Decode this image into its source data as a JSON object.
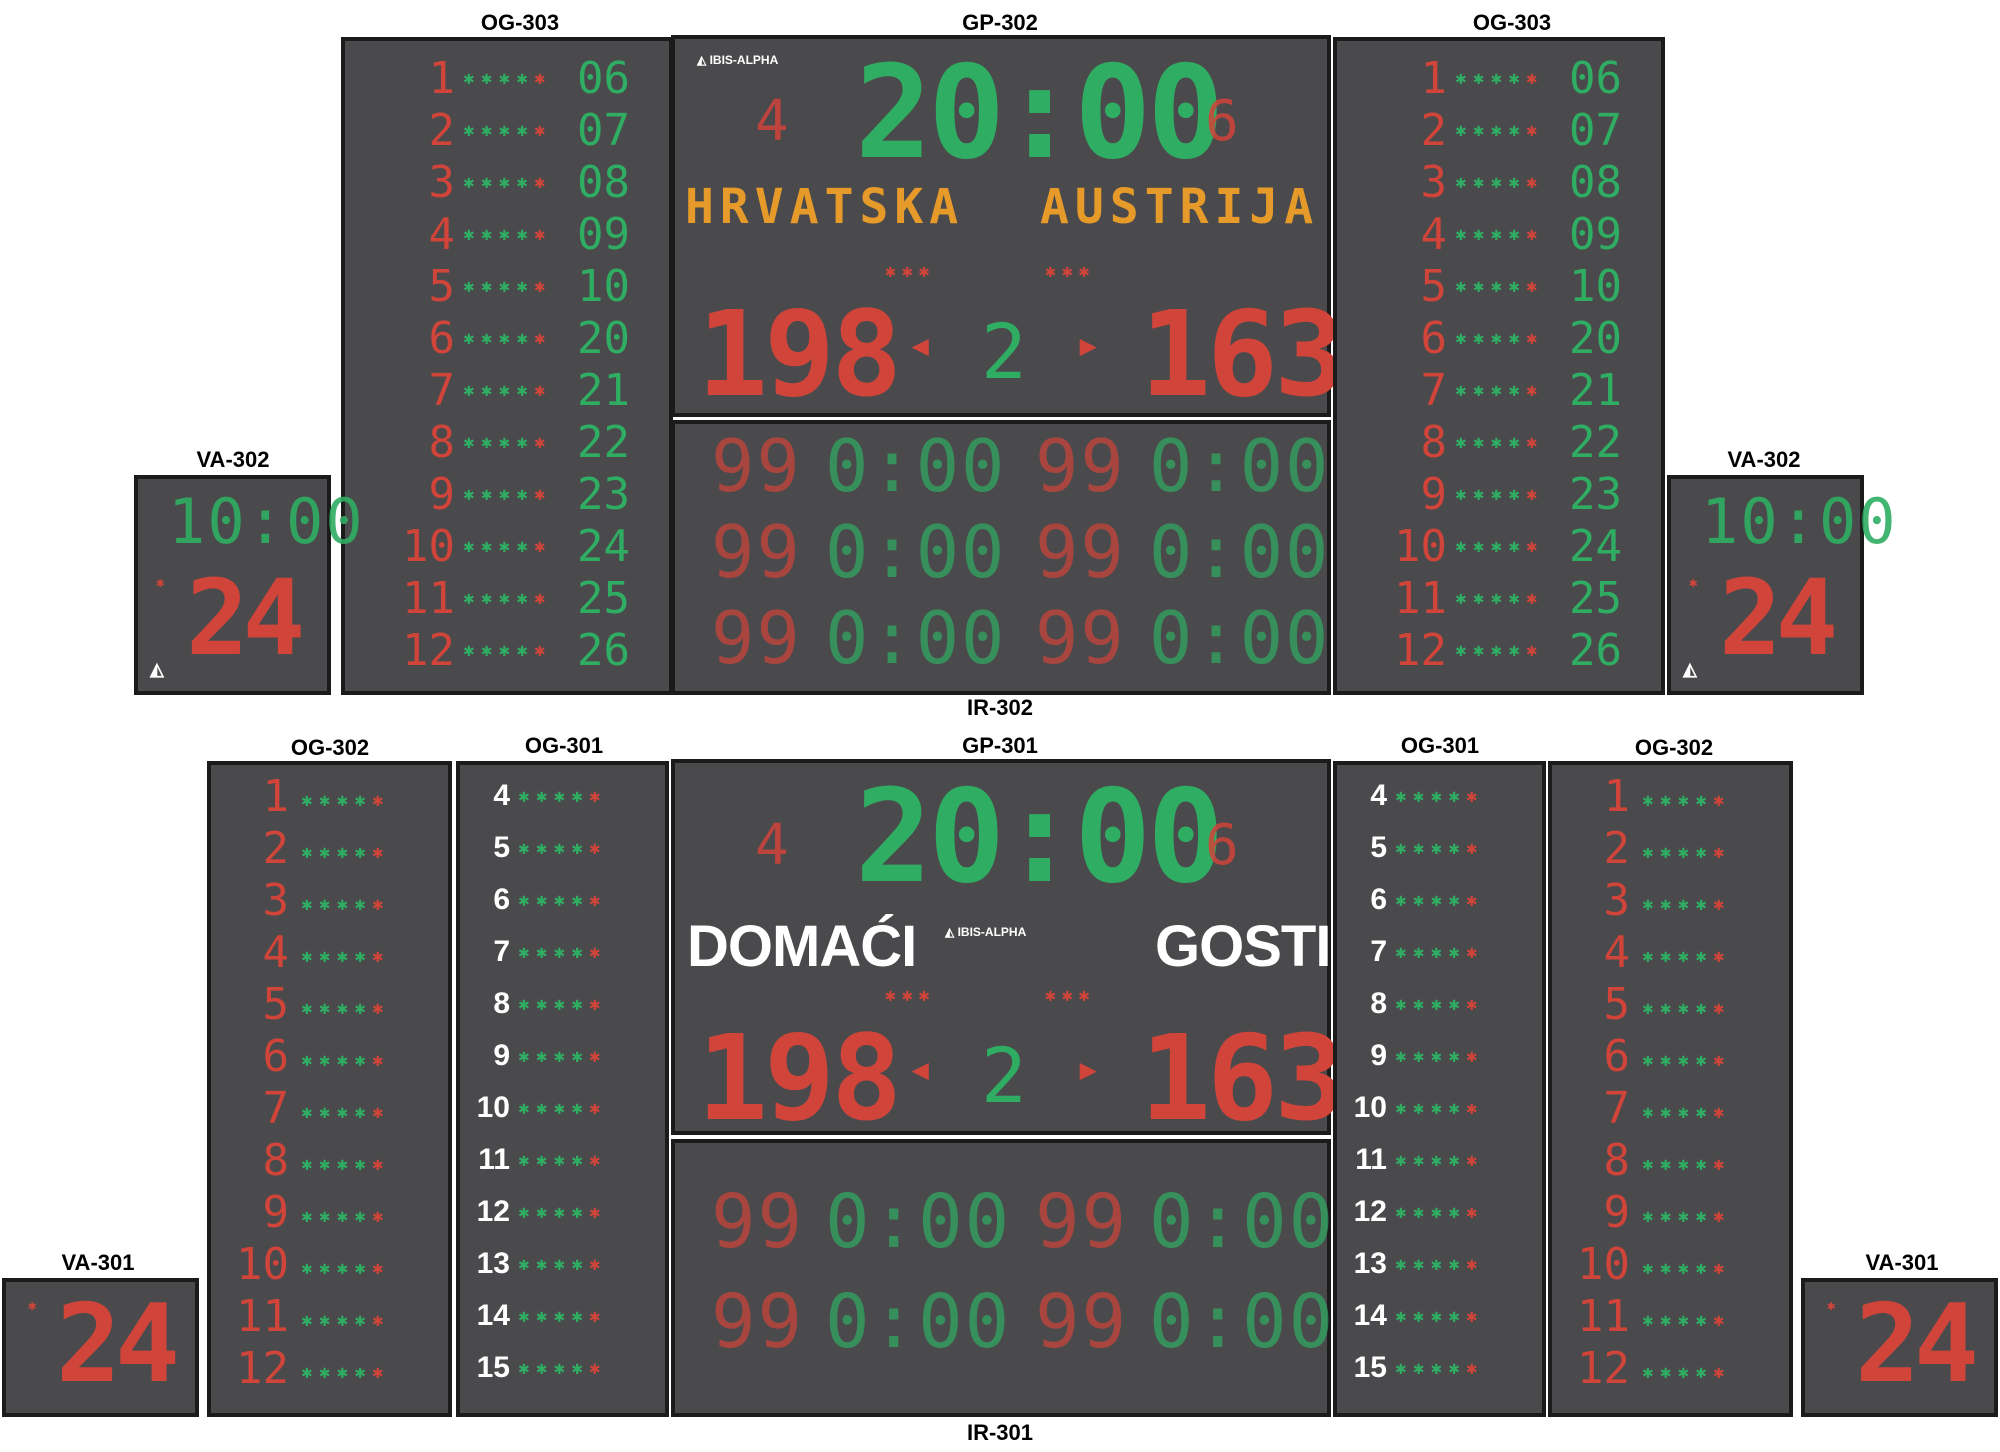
{
  "labels": {
    "og303_left": "OG-303",
    "gp302": "GP-302",
    "og303_right": "OG-303",
    "va302_left": "VA-302",
    "va302_right": "VA-302",
    "ir302": "IR-302",
    "og302_left": "OG-302",
    "og301_left": "OG-301",
    "gp301": "GP-301",
    "og301_right": "OG-301",
    "og302_right": "OG-302",
    "va301_left": "VA-301",
    "va301_right": "VA-301",
    "ir301": "IR-301"
  },
  "brand": "IBIS-ALPHA",
  "gp302": {
    "time": "20:00",
    "period_left": "4",
    "period_right": "6",
    "team_home": "HRVATSKA",
    "team_away": "AUSTRIJA",
    "score_home": "198",
    "score_away": "163",
    "quarter": "2",
    "arrow_left": "◂",
    "arrow_right": "▸"
  },
  "gp301": {
    "time": "20:00",
    "period_left": "4",
    "period_right": "6",
    "team_home": "DOMAĆI",
    "team_away": "GOSTI",
    "score_home": "198",
    "score_away": "163",
    "quarter": "2",
    "arrow_left": "◂",
    "arrow_right": "▸"
  },
  "og303": {
    "player_index": [
      "1",
      "2",
      "3",
      "4",
      "5",
      "6",
      "7",
      "8",
      "9",
      "10",
      "11",
      "12"
    ],
    "player_numbers": [
      "06",
      "07",
      "08",
      "09",
      "10",
      "20",
      "21",
      "22",
      "23",
      "24",
      "25",
      "26"
    ]
  },
  "og302": {
    "player_index": [
      "1",
      "2",
      "3",
      "4",
      "5",
      "6",
      "7",
      "8",
      "9",
      "10",
      "11",
      "12"
    ]
  },
  "og301": {
    "player_numbers": [
      "4",
      "5",
      "6",
      "7",
      "8",
      "9",
      "10",
      "11",
      "12",
      "13",
      "14",
      "15"
    ]
  },
  "ir302": {
    "rows": [
      {
        "home_no": "99",
        "home_time": "0:00",
        "away_no": "99",
        "away_time": "0:00"
      },
      {
        "home_no": "99",
        "home_time": "0:00",
        "away_no": "99",
        "away_time": "0:00"
      },
      {
        "home_no": "99",
        "home_time": "0:00",
        "away_no": "99",
        "away_time": "0:00"
      }
    ]
  },
  "ir301": {
    "rows": [
      {
        "home_no": "99",
        "home_time": "0:00",
        "away_no": "99",
        "away_time": "0:00"
      },
      {
        "home_no": "99",
        "home_time": "0:00",
        "away_no": "99",
        "away_time": "0:00"
      }
    ]
  },
  "va302": {
    "time": "10:00",
    "shot": "24"
  },
  "va301": {
    "shot": "24"
  },
  "colors": {
    "panel": "#4a4a4c",
    "red": "#d0443a",
    "green": "#2fae63",
    "orange": "#e69a2a"
  }
}
